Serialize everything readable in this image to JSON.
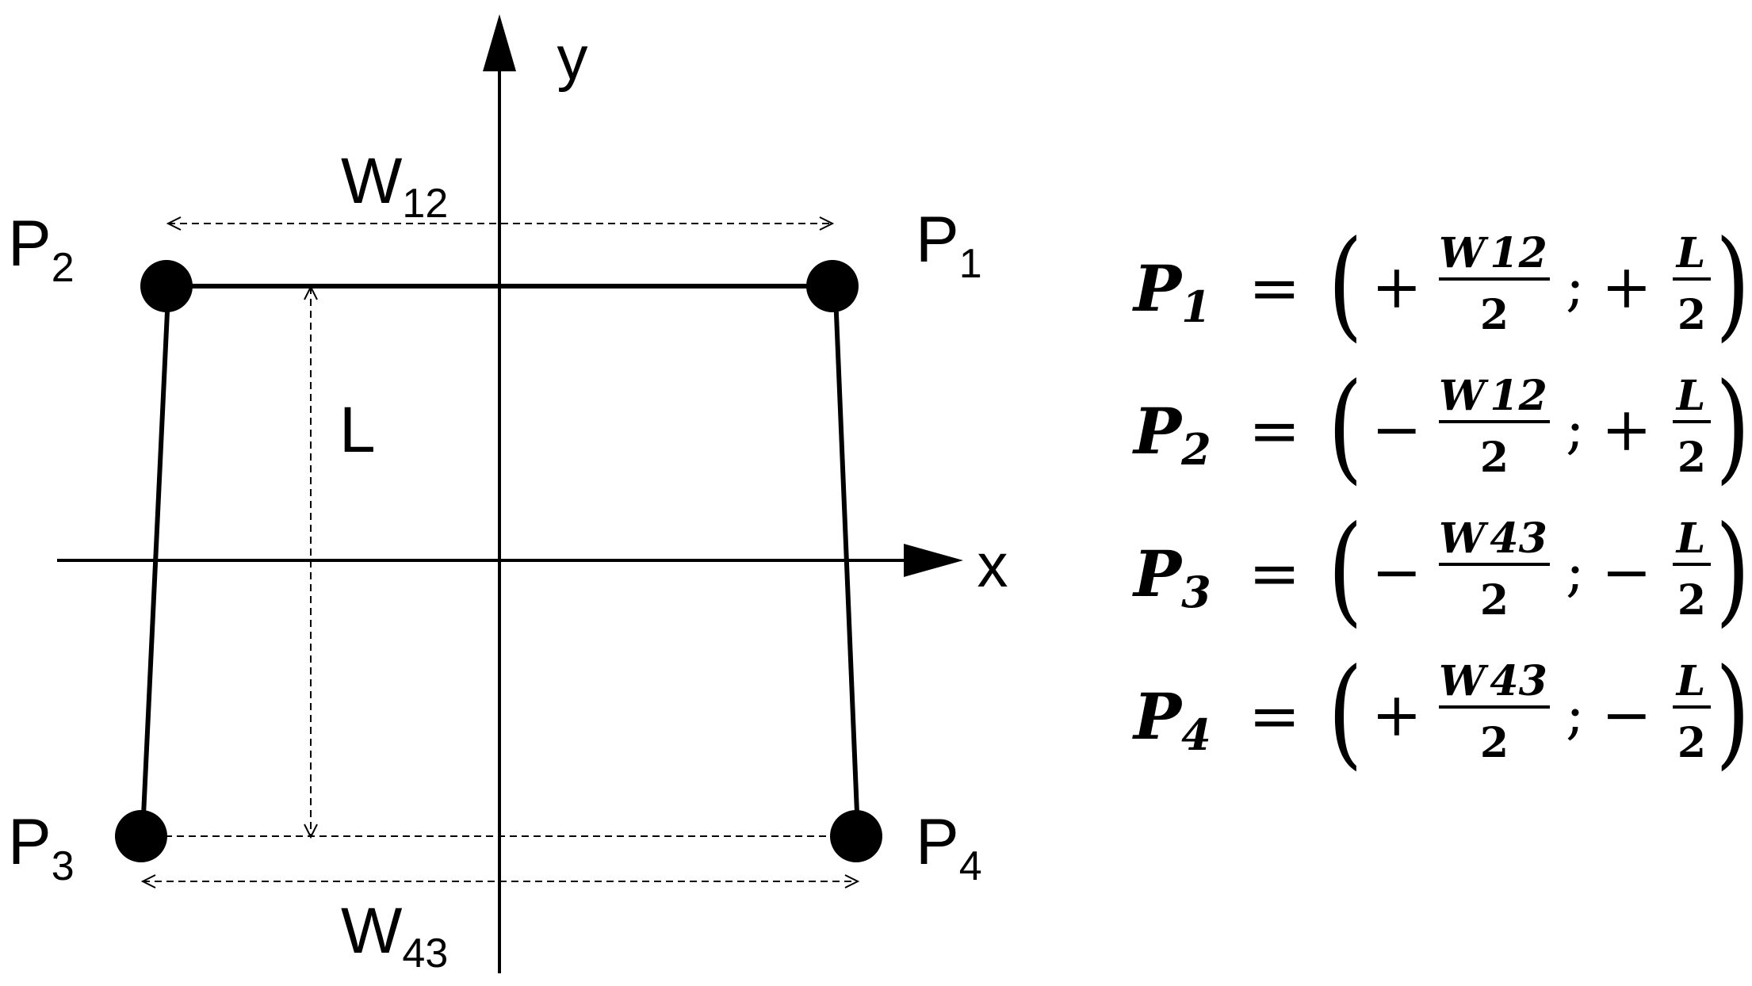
{
  "axes": {
    "x_label": "x",
    "y_label": "y"
  },
  "dimensions": {
    "top_width": "W",
    "top_width_sub": "12",
    "bottom_width": "W",
    "bottom_width_sub": "43",
    "length": "L"
  },
  "points": [
    {
      "letter": "P",
      "sub": "1"
    },
    {
      "letter": "P",
      "sub": "2"
    },
    {
      "letter": "P",
      "sub": "3"
    },
    {
      "letter": "P",
      "sub": "4"
    }
  ],
  "equations": [
    {
      "lhs": "P",
      "lhs_sub": "1",
      "equals": "=",
      "open": "(",
      "sign_x": "+",
      "num_x": "W",
      "num_x_sub": "12",
      "den_x": "2",
      "sep": ";",
      "sign_y": "+",
      "num_y": "L",
      "den_y": "2",
      "close": ")"
    },
    {
      "lhs": "P",
      "lhs_sub": "2",
      "equals": "=",
      "open": "(",
      "sign_x": "−",
      "num_x": "W",
      "num_x_sub": "12",
      "den_x": "2",
      "sep": ";",
      "sign_y": "+",
      "num_y": "L",
      "den_y": "2",
      "close": ")"
    },
    {
      "lhs": "P",
      "lhs_sub": "3",
      "equals": "=",
      "open": "(",
      "sign_x": "−",
      "num_x": "W",
      "num_x_sub": "43",
      "den_x": "2",
      "sep": ";",
      "sign_y": "−",
      "num_y": "L",
      "den_y": "2",
      "close": ")"
    },
    {
      "lhs": "P",
      "lhs_sub": "4",
      "equals": "=",
      "open": "(",
      "sign_x": "+",
      "num_x": "W",
      "num_x_sub": "43",
      "den_x": "2",
      "sep": ";",
      "sign_y": "−",
      "num_y": "L",
      "den_y": "2",
      "close": ")"
    }
  ]
}
